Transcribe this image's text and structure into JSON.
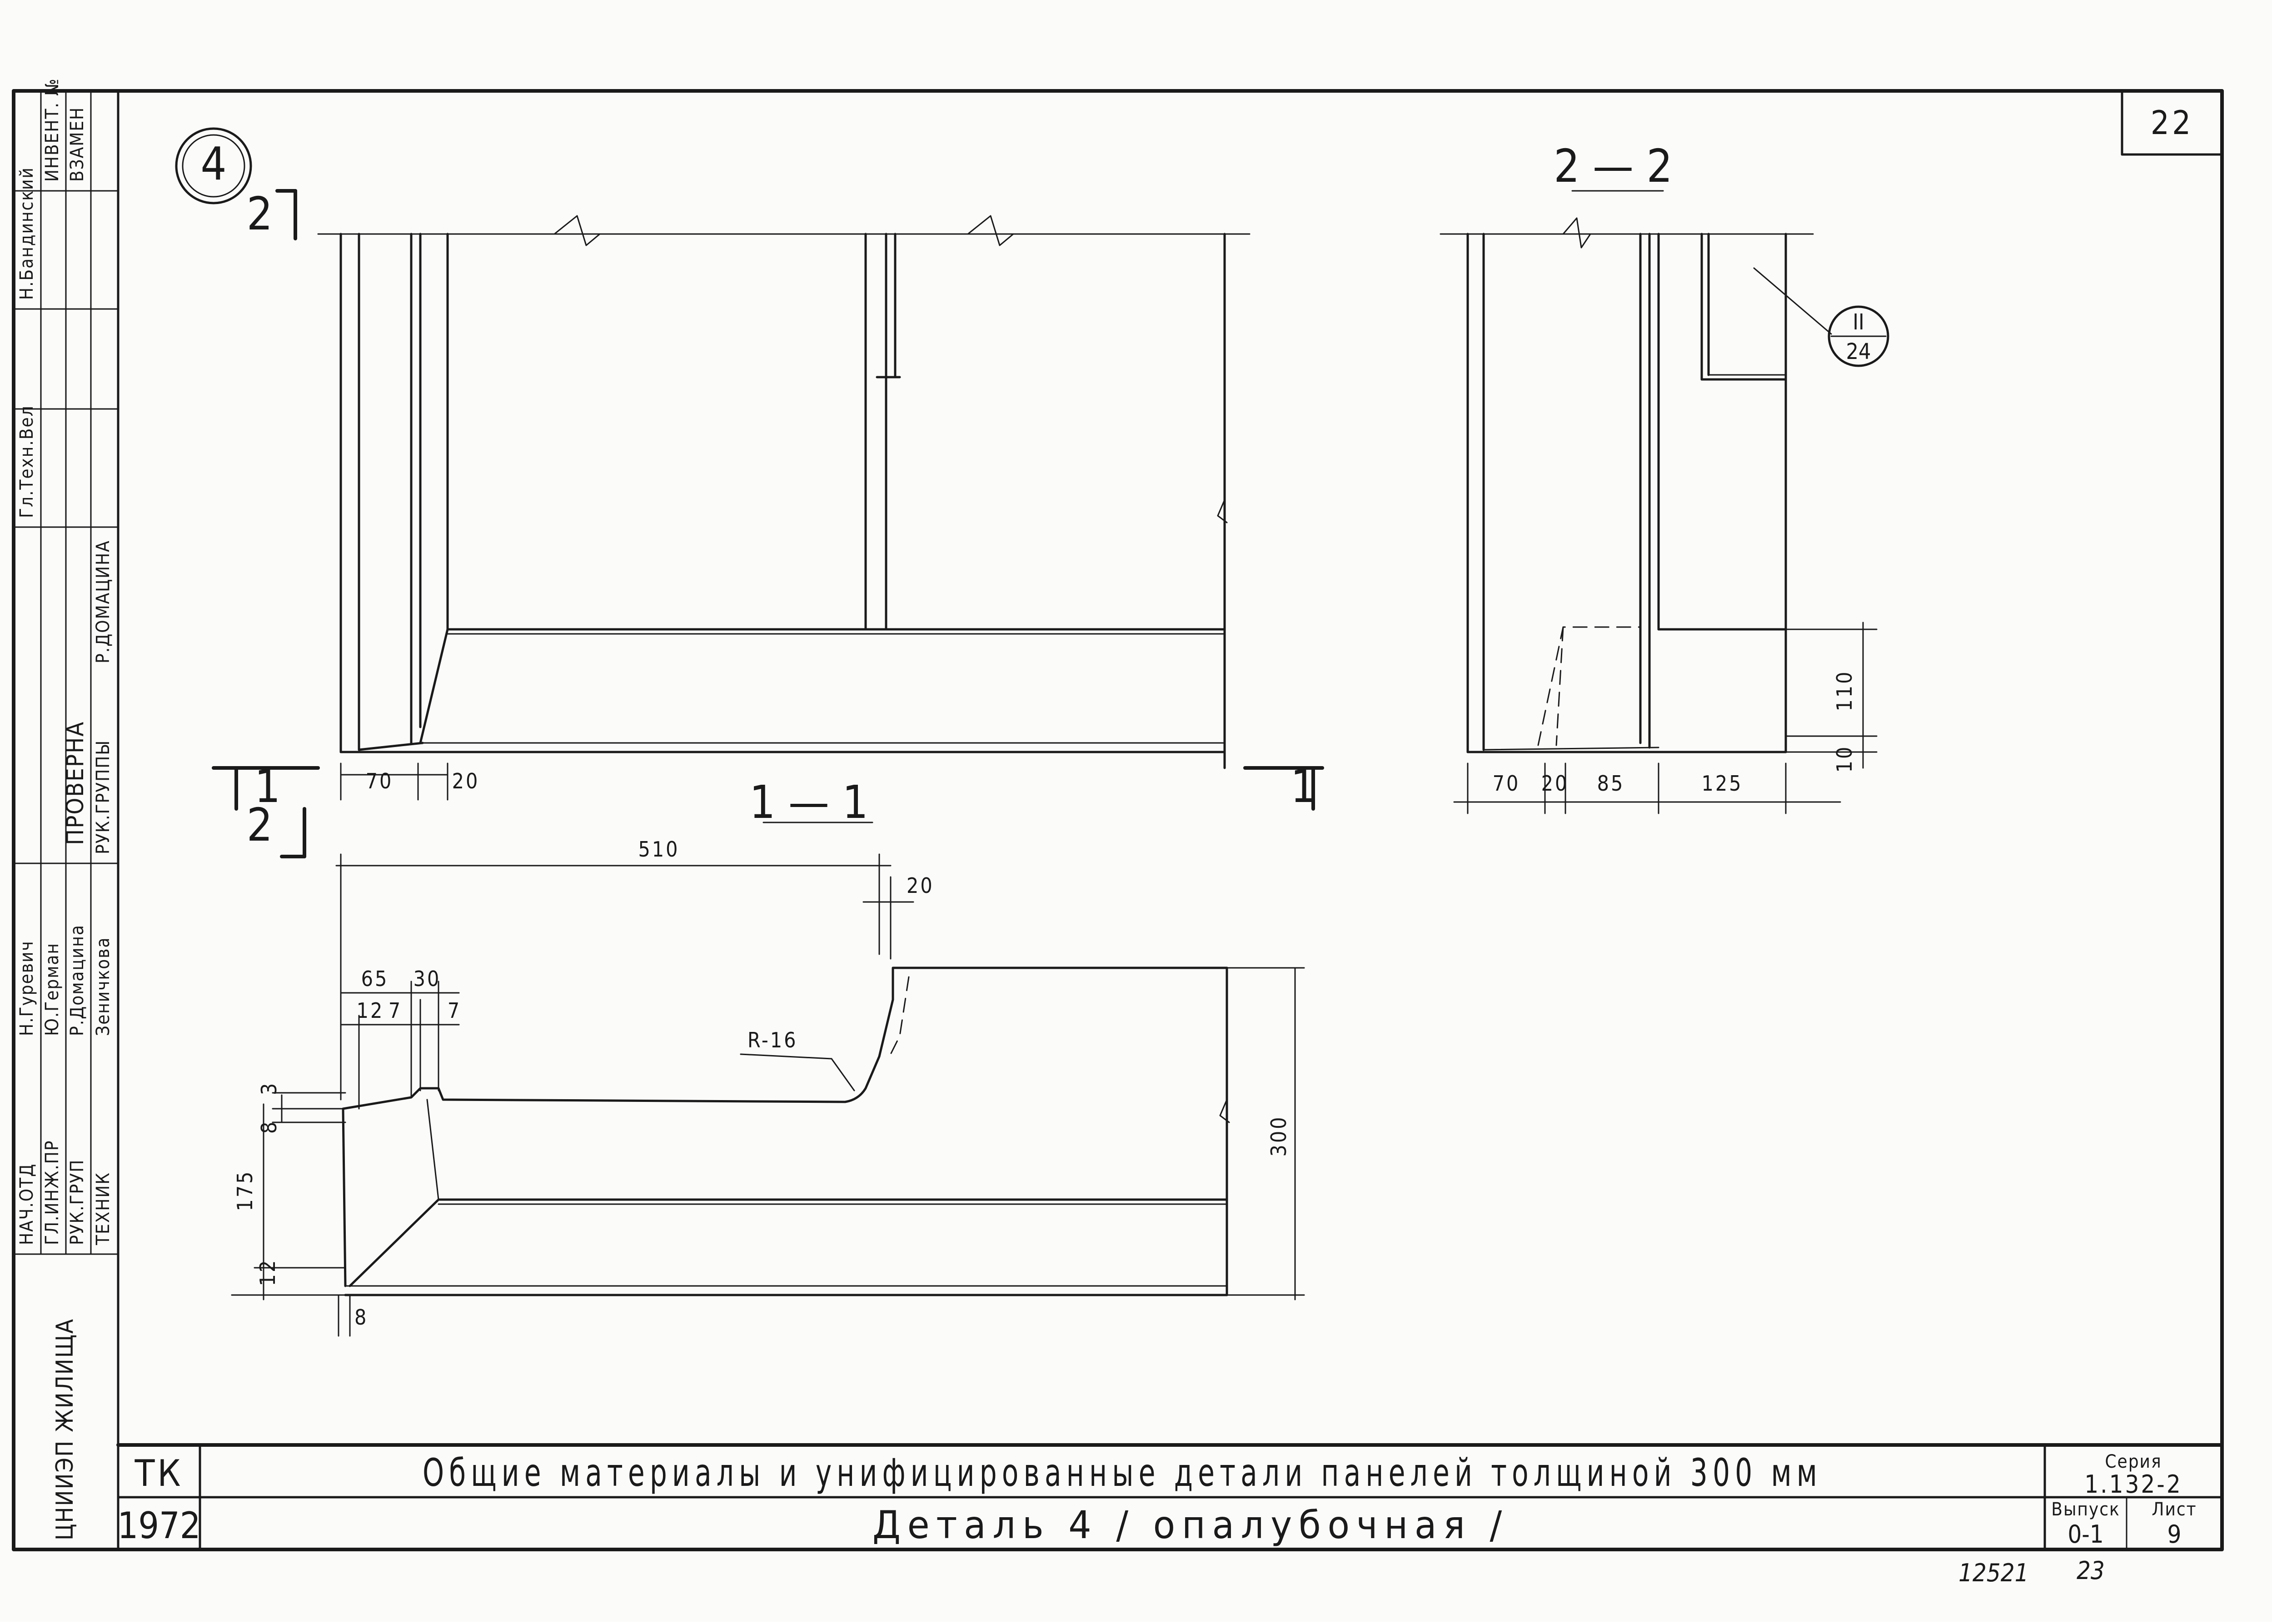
{
  "sheet": {
    "number": "22",
    "detail_marker": "4",
    "sheet_bottom_marks": [
      "12521",
      "23"
    ]
  },
  "sections": {
    "section_2_2": "2 — 2",
    "section_1_1": "1 — 1",
    "cut_2": "2",
    "cut_1": "1",
    "ref_numerator": "II",
    "ref_denominator": "24"
  },
  "dimensions": {
    "front_view": [
      "70",
      "20"
    ],
    "section_2_2": [
      "70",
      "20",
      "85",
      "125",
      "110",
      "10"
    ],
    "section_1_1": [
      "510",
      "20",
      "65",
      "30",
      "12",
      "7",
      "7",
      "R-16",
      "3",
      "8",
      "175",
      "12",
      "8",
      "300"
    ]
  },
  "stamp": {
    "rows": [
      [
        "НАЧ.ОТД",
        "Н.Гуревич",
        ""
      ],
      [
        "ГЛ.ИНЖ.ПР",
        "Ю.Герман",
        ""
      ],
      [
        "РУК.ГРУП",
        "Р.Домацина",
        ""
      ],
      [
        "ТЕХНИК",
        "Зеничкова",
        ""
      ]
    ],
    "checked_label": "ПРОВЕРНА",
    "checked_by": "Р.ДОМАЦИНА",
    "group_label": "РУК.ГРУППЫ",
    "inv_label": "ИНВЕНТ. №",
    "vzamen": "ВЗАМЕН",
    "author_label": "Н.Бандинский",
    "author_sig": "Гл.Техн.Вел",
    "org": "ЦНИИЭП ЖИЛИЩА"
  },
  "title_block": {
    "org_code": "ТК",
    "year": "1972",
    "title_line1": "Общие материалы и унифицированные детали панелей толщиной 300 мм",
    "title_line2": "Деталь 4 / опалубочная /",
    "series_label": "Серия",
    "series": "1.132-2",
    "issue_label": "Выпуск",
    "issue": "0-1",
    "sheet_label": "Лист",
    "sheet": "9"
  }
}
